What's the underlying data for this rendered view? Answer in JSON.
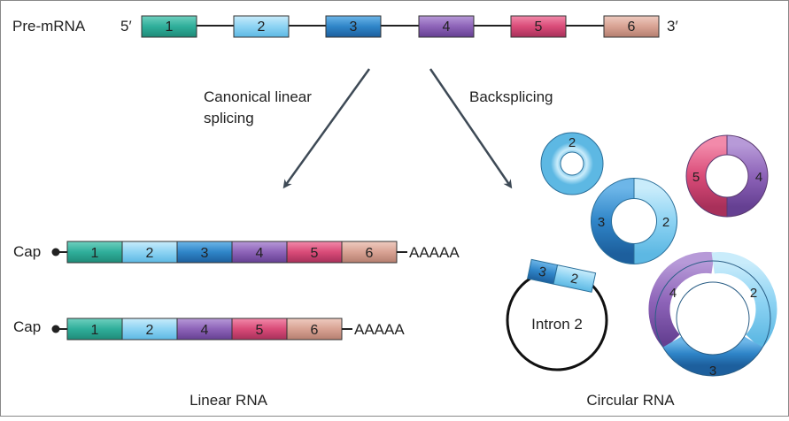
{
  "colors": {
    "exon1": "#2fae9a",
    "exon2": "#8dd3f3",
    "exon3": "#2f85c8",
    "exon4": "#8d63b8",
    "exon5": "#d94b78",
    "exon6": "#d8a293",
    "line": "#222222",
    "arrow": "#3e4a56",
    "border": "#888888"
  },
  "pre_mrna": {
    "label": "Pre-mRNA",
    "five_prime": "5′",
    "three_prime": "3′",
    "exons": [
      "1",
      "2",
      "3",
      "4",
      "5",
      "6"
    ]
  },
  "arrows": {
    "left_label_line1": "Canonical linear",
    "left_label_line2": "splicing",
    "right_label": "Backsplicing"
  },
  "linear": {
    "cap_label": "Cap",
    "polyA": "AAAAA",
    "row1_exons": [
      "1",
      "2",
      "3",
      "4",
      "5",
      "6"
    ],
    "row2_exons": [
      "1",
      "2",
      "4",
      "5",
      "6"
    ],
    "caption": "Linear RNA"
  },
  "circular": {
    "small_ring_label": "2",
    "ring32_left": "3",
    "ring32_right": "2",
    "ring54_left": "5",
    "ring54_right": "4",
    "intron_exon3": "3",
    "intron_exon2": "2",
    "intron_label": "Intron 2",
    "big_left": "4",
    "big_right": "2",
    "big_bottom": "3",
    "caption": "Circular RNA"
  }
}
